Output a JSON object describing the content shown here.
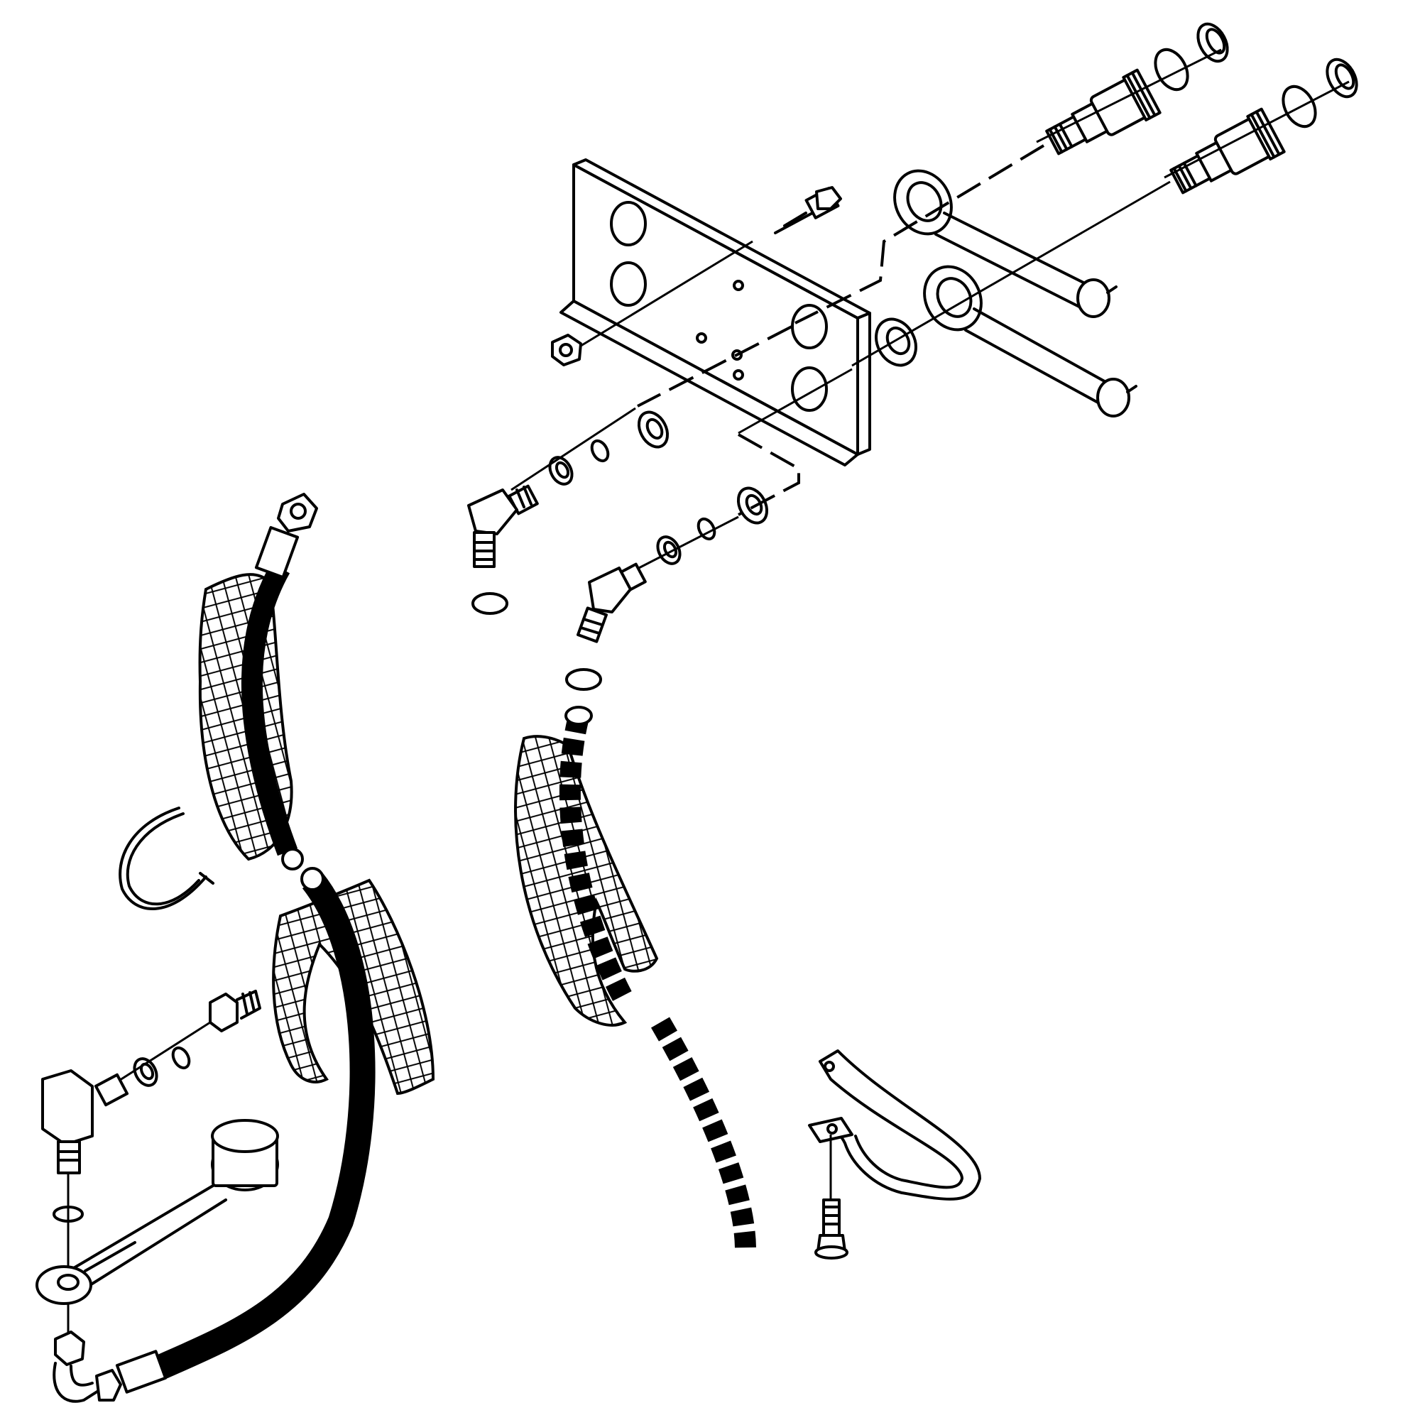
{
  "diagram": {
    "type": "exploded-parts-view",
    "parts": [
      "mounting-bracket",
      "hex-flange-bolt",
      "hex-flange-nut",
      "quick-coupler",
      "o-ring",
      "seal-washer",
      "dust-cap",
      "dust-cap-plug",
      "elbow-fitting-90",
      "elbow-fitting-45",
      "hydraulic-hose",
      "hose-guard-sleeve",
      "hose-clamp-strap",
      "cap-screw",
      "snap-ring",
      "adapter-fitting"
    ]
  }
}
